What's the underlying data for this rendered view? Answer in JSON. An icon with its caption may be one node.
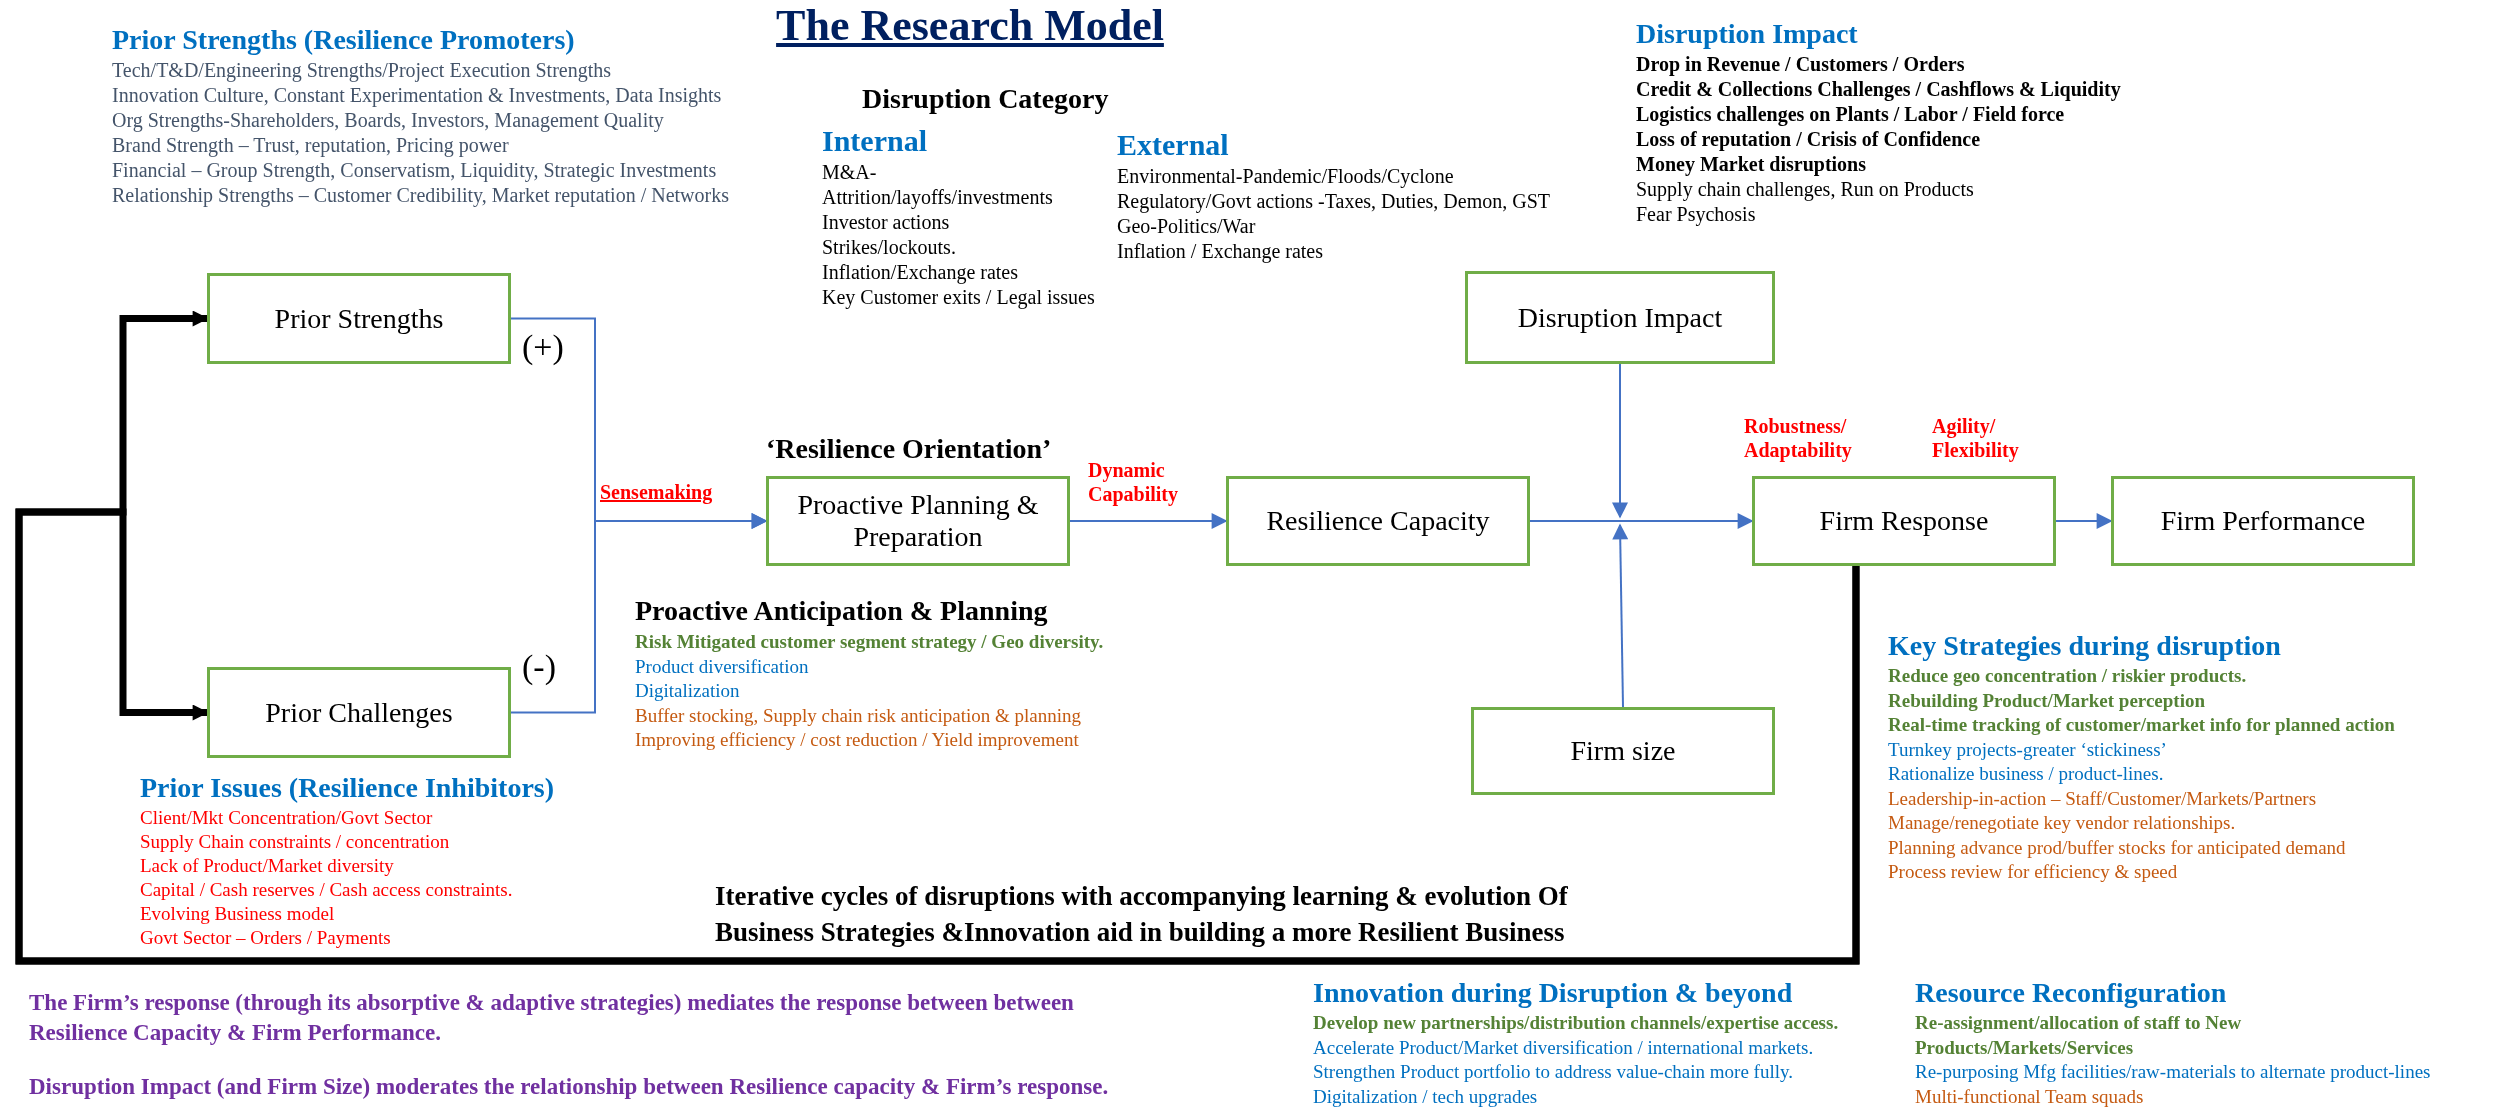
{
  "diagram": {
    "title": "The Research Model",
    "nodes": [
      {
        "text": [
          "Prior Strengths"
        ]
      },
      {
        "text": [
          "Prior Challenges"
        ]
      },
      {
        "text": [
          "Proactive Planning & Preparation"
        ],
        "beside": [
          "‘Resilience Orientation’"
        ]
      },
      {
        "text": [
          "Resilience Capacity"
        ]
      },
      {
        "text": [
          "Disruption Impact"
        ]
      },
      {
        "text": [
          "Firm size"
        ]
      },
      {
        "text": [
          "Firm Response"
        ],
        "beside": [
          "Robustness/ Adaptability",
          "Agility/ Flexibility"
        ]
      },
      {
        "text": [
          "Firm Performance"
        ]
      }
    ],
    "edges": [
      {
        "from": 0,
        "to": 2,
        "arrow": "to",
        "label": "(+)"
      },
      {
        "from": 1,
        "to": 2,
        "arrow": "to",
        "label": "(-)"
      },
      {
        "from": 2,
        "to": 3,
        "arrow": "to",
        "label": "Dynamic Capability"
      },
      {
        "from": 3,
        "to": 6,
        "arrow": "to"
      },
      {
        "from": 4,
        "to": null,
        "arrow": "to"
      },
      {
        "from": 5,
        "to": null,
        "arrow": "to"
      },
      {
        "from": 6,
        "to": 7,
        "arrow": "to"
      },
      {
        "from": 6,
        "to": 0,
        "arrow": "to",
        "style": "thick",
        "color": "#000000"
      },
      {
        "from": 6,
        "to": 1,
        "arrow": "to",
        "style": "thick",
        "color": "#000000"
      }
    ],
    "labels": [
      "Prior Strengths (Resilience Promoters)",
      "Tech/T&D/Engineering Strengths/Project Execution Strengths",
      "Innovation Culture, Constant Experimentation & Investments, Data Insights",
      "Org Strengths-Shareholders, Boards, Investors, Management Quality",
      "Brand Strength – Trust, reputation, Pricing power",
      "Financial – Group Strength, Conservatism, Liquidity, Strategic Investments",
      "Relationship Strengths – Customer Credibility, Market reputation / Networks",
      "Disruption Category",
      "Internal",
      "M&A- Attrition/layoffs/investments",
      "Investor actions",
      "Strikes/lockouts.",
      "Inflation/Exchange rates",
      "Key Customer exits / Legal issues",
      "External",
      "Environmental-Pandemic/Floods/Cyclone",
      "Regulatory/Govt actions -Taxes, Duties, Demon, GST",
      "Geo-Politics/War",
      "Inflation / Exchange rates",
      "Disruption Impact",
      "Drop in Revenue / Customers / Orders",
      "Credit & Collections Challenges / Cashflows & Liquidity",
      "Logistics challenges on Plants / Labor / Field force",
      "Loss of reputation / Crisis of Confidence",
      "Money Market disruptions",
      "Supply chain challenges, Run on Products",
      "Fear Psychosis",
      "Sensemaking",
      "Proactive Anticipation & Planning",
      "Risk Mitigated customer segment strategy / Geo diversity.",
      "Product diversification",
      "Digitalization",
      "Buffer stocking, Supply chain risk anticipation & planning",
      "Improving efficiency / cost reduction / Yield improvement",
      "Prior Issues (Resilience Inhibitors)",
      "Client/Mkt Concentration/Govt Sector",
      "Supply Chain constraints / concentration",
      "Lack of Product/Market diversity",
      "Capital / Cash reserves / Cash access constraints.",
      "Evolving Business model",
      "Govt Sector – Orders / Payments",
      "Key Strategies during disruption",
      "Reduce geo concentration / riskier products.",
      "Rebuilding Product/Market perception",
      "Real-time tracking of customer/market info for planned action",
      "Turnkey projects-greater ‘stickiness’",
      "Rationalize business / product-lines.",
      "Leadership-in-action – Staff/Customer/Markets/Partners",
      "Manage/renegotiate key vendor relationships.",
      "Planning advance prod/buffer stocks for anticipated demand",
      "Process review for efficiency & speed",
      "Iterative cycles of disruptions with accompanying learning & evolution Of Business Strategies &Innovation aid in building a more Resilient Business",
      "The Firm’s response (through its absorptive & adaptive strategies) mediates the response between between Resilience Capacity & Firm Performance.",
      "Disruption Impact (and Firm Size) moderates the relationship between Resilience capacity & Firm’s response.",
      "Innovation during Disruption & beyond",
      "Develop new partnerships/distribution channels/expertise access.",
      "Accelerate Product/Market diversification / international markets.",
      "Strengthen Product portfolio to address value-chain more fully.",
      "Digitalization / tech upgrades",
      "Resource Reconfiguration",
      "Re-assignment/allocation of staff to New Products/Markets/Services",
      "Re-purposing Mfg facilities/raw-materials to alternate product-lines",
      "Multi-functional Team squads"
    ]
  }
}
